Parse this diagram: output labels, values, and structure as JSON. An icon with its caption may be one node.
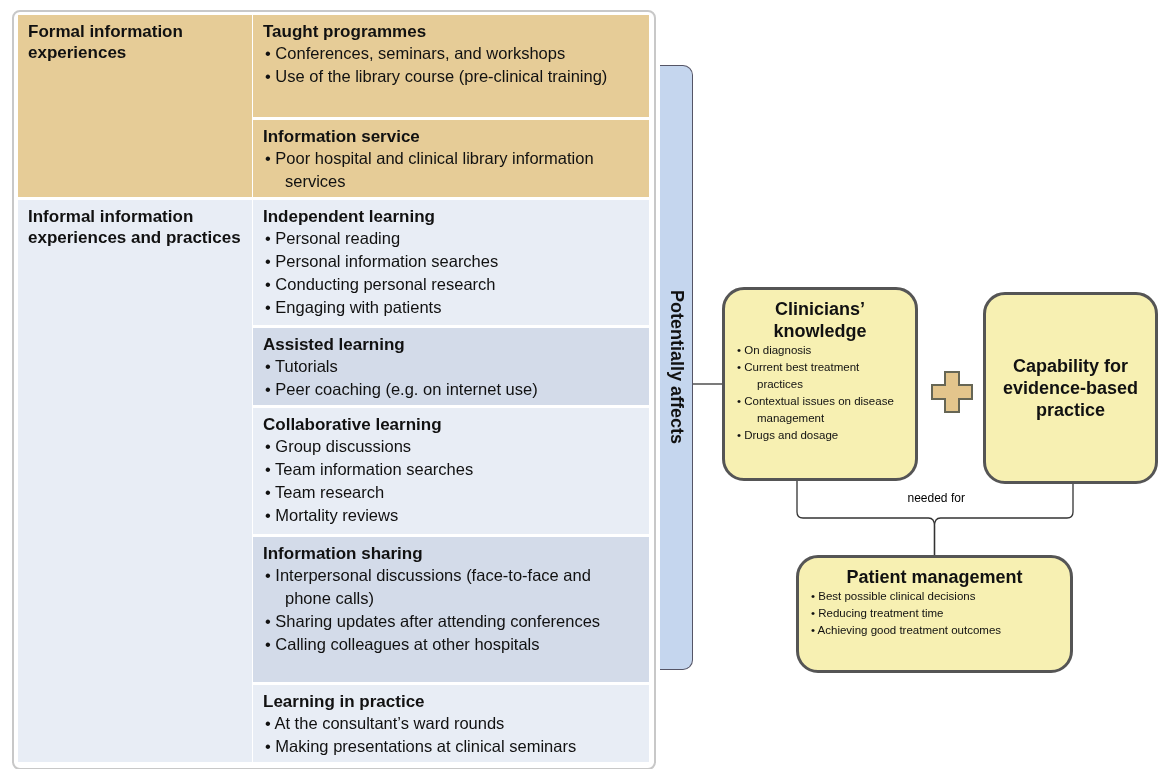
{
  "diagram": {
    "nodes": [
      {
        "text": [
          "Formal information experiences"
        ]
      },
      {
        "text": [
          "Taught programmes",
          "• Conferences, seminars, and workshops",
          "• Use of the library course (pre-clinical training)"
        ]
      },
      {
        "text": [
          "Information service",
          "• Poor hospital and clinical library information services"
        ]
      },
      {
        "text": [
          "Informal information experiences and practices"
        ]
      },
      {
        "text": [
          "Independent learning",
          "• Personal reading",
          "• Personal information searches",
          "• Conducting personal research",
          "• Engaging with patients"
        ]
      },
      {
        "text": [
          "Assisted learning",
          "• Tutorials",
          "• Peer coaching (e.g. on internet use)"
        ]
      },
      {
        "text": [
          "Collaborative learning",
          "• Group discussions",
          "• Team information searches",
          "• Team research",
          "• Mortality reviews"
        ]
      },
      {
        "text": [
          "Information sharing",
          "• Interpersonal discussions (face-to-face and phone calls)",
          "• Sharing updates after attending conferences",
          "• Calling colleagues at other hospitals"
        ]
      },
      {
        "text": [
          "Learning in practice",
          "• At the consultant’s ward rounds",
          "• Making presentations at clinical seminars"
        ]
      },
      {
        "text": [
          "Potentially affects"
        ]
      },
      {
        "text": [
          "Clinicians’ knowledge",
          "• On diagnosis",
          "• Current best treatment practices",
          "• Contextual issues on disease management",
          "• Drugs and dosage"
        ]
      },
      {
        "text": [
          "Capability for evidence-based practice"
        ]
      },
      {
        "text": [
          "Patient management",
          "• Best possible clinical decisions",
          "• Reducing treatment time",
          "• Achieving good treatment outcomes"
        ]
      }
    ],
    "edges": [
      {
        "from": 9,
        "to": 10,
        "arrow": "none"
      },
      {
        "from": 10,
        "to": 12,
        "arrow": "none",
        "label": "needed for"
      },
      {
        "from": 11,
        "to": 12,
        "arrow": "none"
      }
    ]
  }
}
